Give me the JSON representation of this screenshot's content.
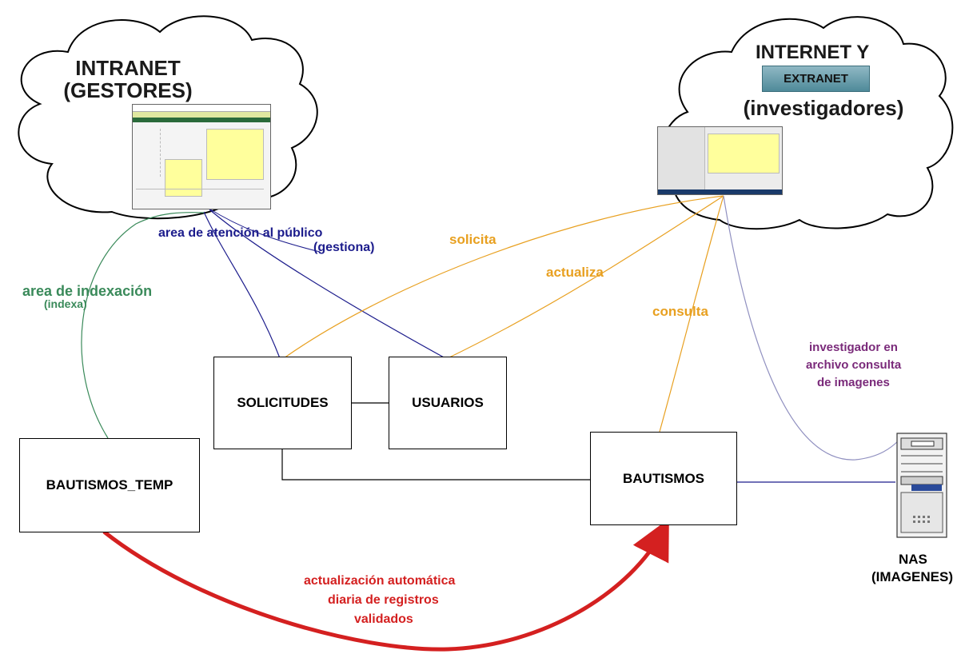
{
  "clouds": {
    "intranet_title": "INTRANET",
    "intranet_subtitle": "(GESTORES)",
    "internet_title": "INTERNET Y",
    "internet_chip": "EXTRANET",
    "internet_subtitle": "(investigadores)"
  },
  "tables": {
    "solicitudes": "SOLICITUDES",
    "usuarios": "USUARIOS",
    "bautismos_temp": "BAUTISMOS_TEMP",
    "bautismos": "BAUTISMOS"
  },
  "nas": {
    "title": "NAS",
    "subtitle": "(IMAGENES)"
  },
  "labels": {
    "atencion": "area de atención al público",
    "gestiona": "(gestiona)",
    "indexacion": "area de indexación",
    "indexa": "(indexa)",
    "solicita": "solicita",
    "actualiza": "actualiza",
    "consulta": "consulta",
    "investigador_1": "investigador en",
    "investigador_2": "archivo consulta",
    "investigador_3": "de imagenes",
    "auto_1": "actualización automática",
    "auto_2": "diaria de registros",
    "auto_3": "validados"
  },
  "colors": {
    "blue": "#1c1c8c",
    "green": "#3a8a5a",
    "orange": "#e8a020",
    "purple": "#7a2a7a",
    "red": "#d42020"
  }
}
